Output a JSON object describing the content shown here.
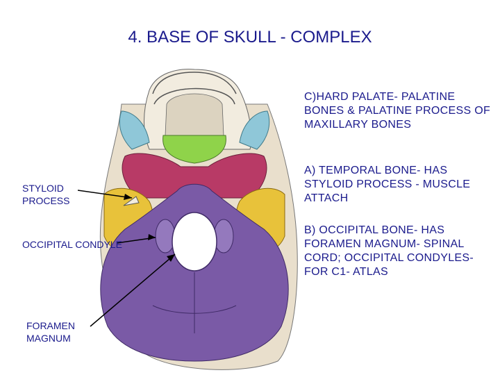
{
  "slide": {
    "title": "4. BASE OF SKULL - COMPLEX"
  },
  "callouts": {
    "hard_palate": "C)HARD PALATE- PALATINE BONES & PALATINE PROCESS OF MAXILLARY BONES",
    "temporal": "A) TEMPORAL BONE- HAS STYLOID PROCESS - MUSCLE ATTACH",
    "occipital": "B) OCCIPITAL BONE- HAS FORAMEN MAGNUM- SPINAL CORD; OCCIPITAL CONDYLES- FOR C1- ATLAS"
  },
  "labels": {
    "styloid": "STYLOID PROCESS",
    "condyle": "OCCIPITAL CONDYLE",
    "foramen": "FORAMEN MAGNUM"
  },
  "colors": {
    "text": "#1a1a8c",
    "maxilla": "#8fc7d8",
    "palatine": "#8fd34a",
    "sphenoid": "#b83a66",
    "temporal": "#e8c23a",
    "occipital": "#7a5aa6",
    "bone": "#f2ecdf"
  }
}
